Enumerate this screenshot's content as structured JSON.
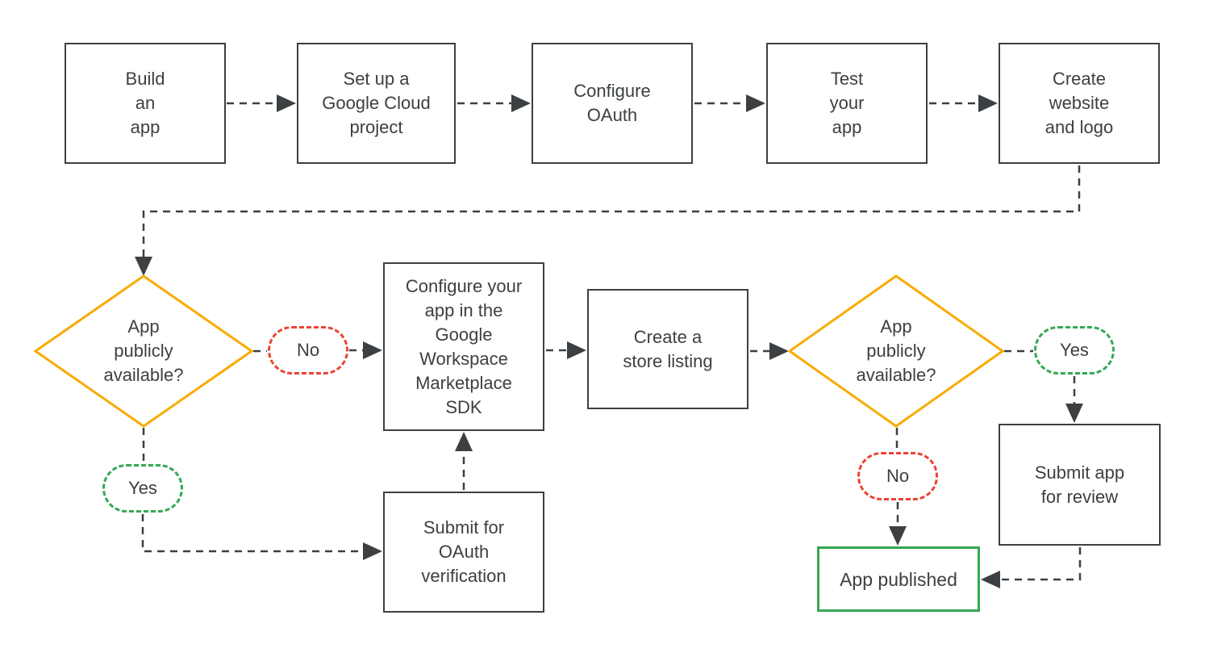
{
  "diagram": {
    "description": "Flowchart for building and publishing an app to the Google Workspace Marketplace",
    "colors": {
      "line": "#3C4043",
      "decision_yellow": "#F9AB00",
      "no_red": "#EA4335",
      "yes_green": "#34A853",
      "published_green": "#34A853",
      "background": "#FFFFFF"
    },
    "nodes": {
      "build_app": {
        "type": "process",
        "label": "Build\nan\napp"
      },
      "setup_project": {
        "type": "process",
        "label": "Set up a\nGoogle Cloud\nproject"
      },
      "configure_oauth": {
        "type": "process",
        "label": "Configure\nOAuth"
      },
      "test_app": {
        "type": "process",
        "label": "Test\nyour\napp"
      },
      "create_website": {
        "type": "process",
        "label": "Create\nwebsite\nand logo"
      },
      "decision_1": {
        "type": "decision",
        "label": "App\npublicly\navailable?"
      },
      "no_1": {
        "type": "branch",
        "label": "No"
      },
      "yes_1": {
        "type": "branch",
        "label": "Yes"
      },
      "configure_sdk": {
        "type": "process",
        "label": "Configure your\napp in the\nGoogle\nWorkspace\nMarketplace\nSDK"
      },
      "submit_oauth": {
        "type": "process",
        "label": "Submit for\nOAuth\nverification"
      },
      "store_listing": {
        "type": "process",
        "label": "Create a\nstore listing"
      },
      "decision_2": {
        "type": "decision",
        "label": "App\npublicly\navailable?"
      },
      "yes_2": {
        "type": "branch",
        "label": "Yes"
      },
      "no_2": {
        "type": "branch",
        "label": "No"
      },
      "submit_review": {
        "type": "process",
        "label": "Submit app\nfor review"
      },
      "app_published": {
        "type": "terminal",
        "label": "App published"
      }
    }
  }
}
